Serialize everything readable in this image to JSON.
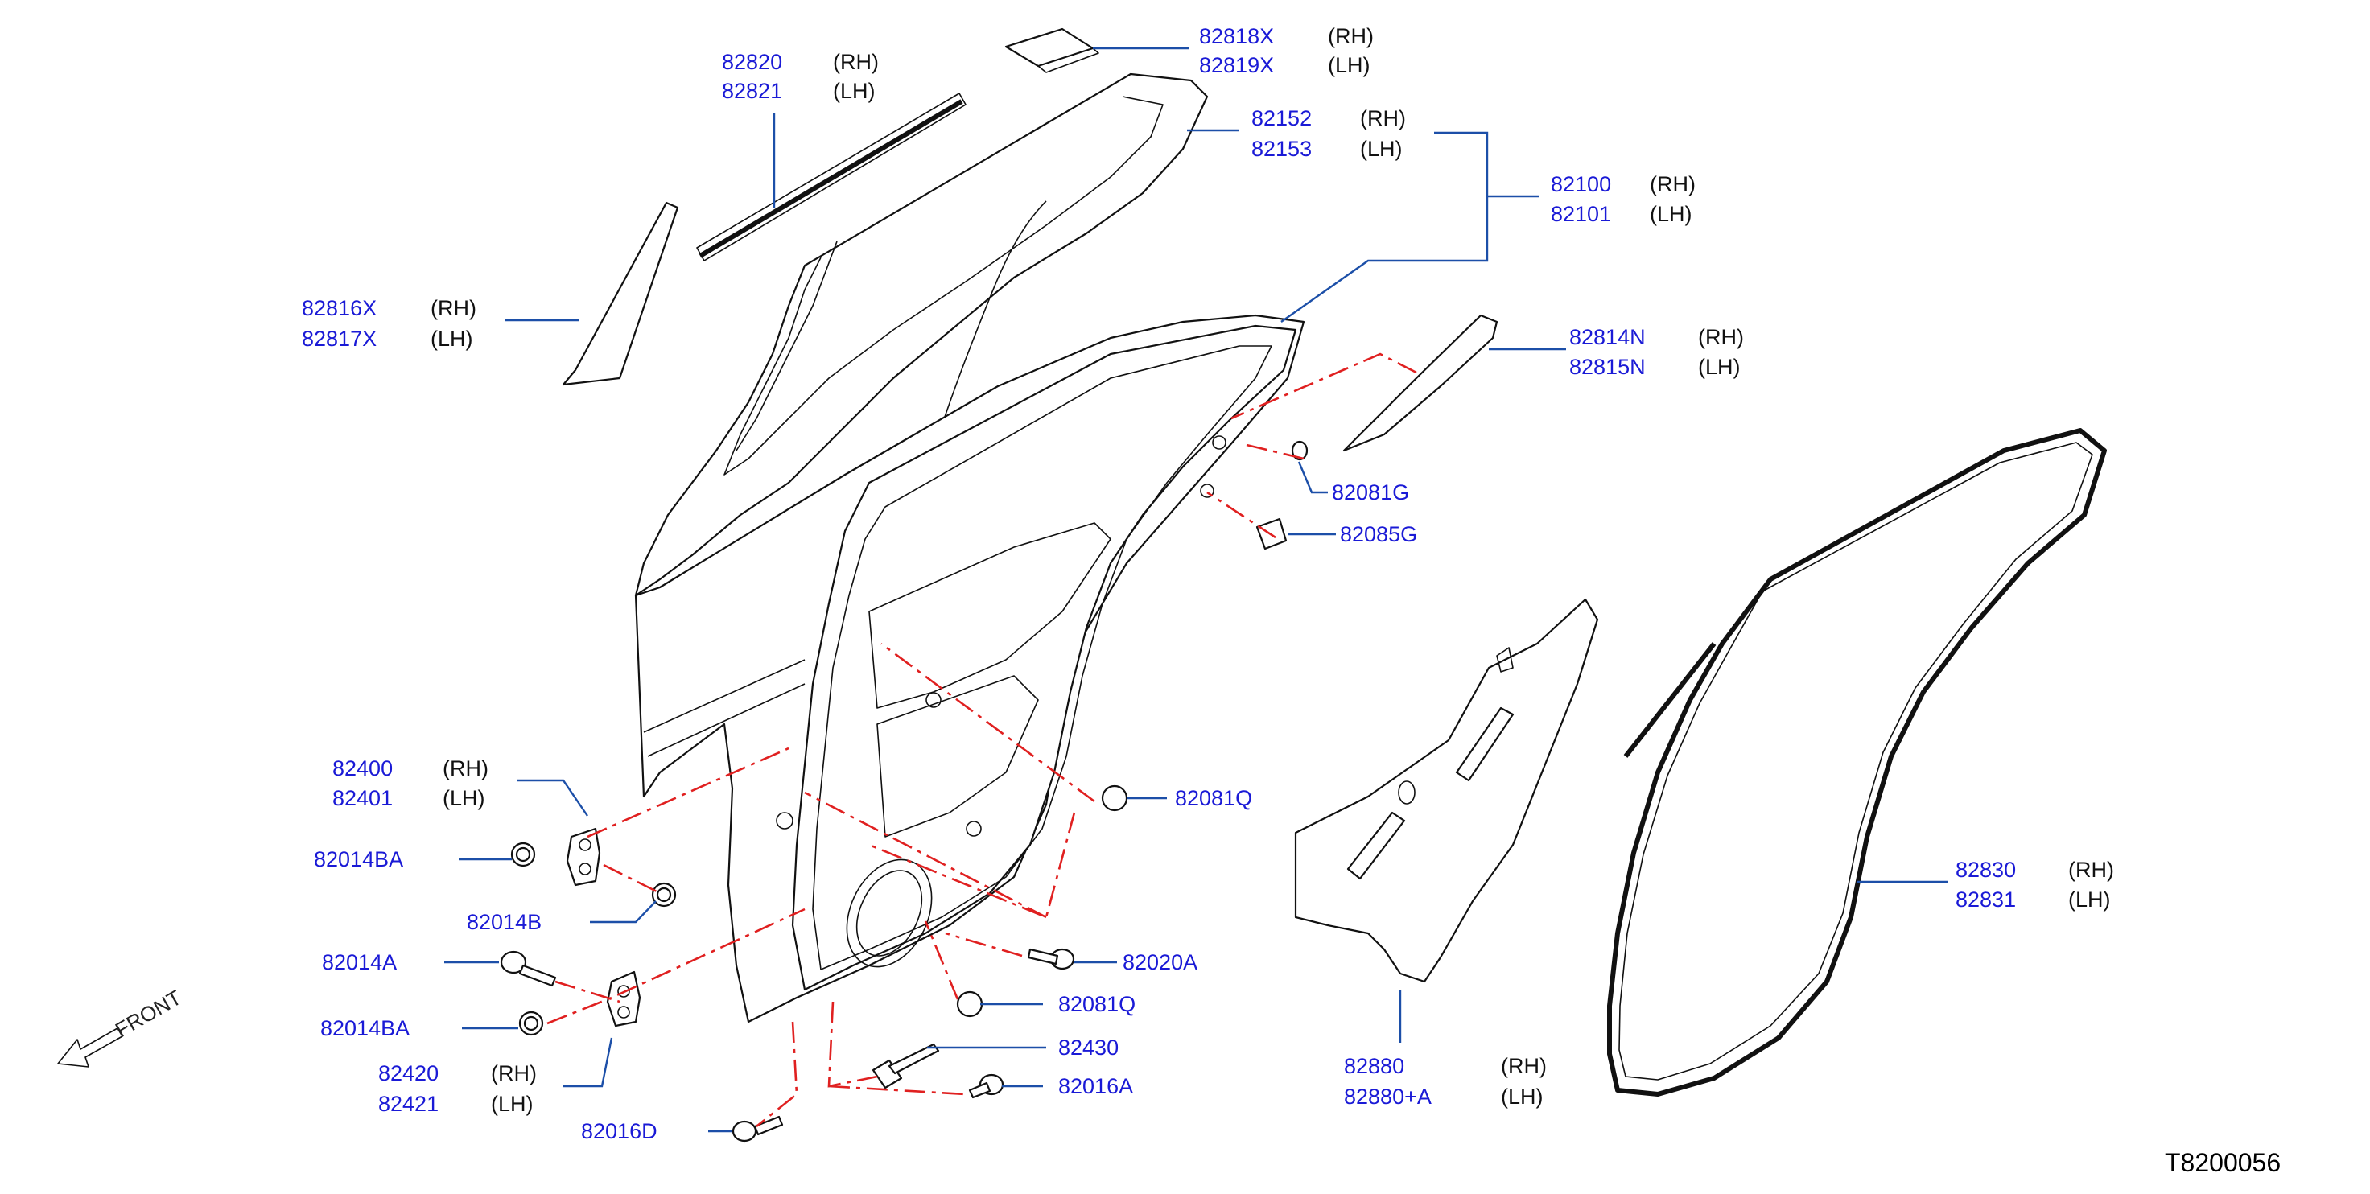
{
  "reference_code": "T8200056",
  "front_label": "FRONT",
  "callouts": [
    {
      "id": "c-82818X",
      "lines": [
        {
          "pn": "82818X",
          "side": "(RH)"
        },
        {
          "pn": "82819X",
          "side": "(LH)"
        }
      ]
    },
    {
      "id": "c-82820",
      "lines": [
        {
          "pn": "82820",
          "side": "(RH)"
        },
        {
          "pn": "82821",
          "side": "(LH)"
        }
      ]
    },
    {
      "id": "c-82152",
      "lines": [
        {
          "pn": "82152",
          "side": "(RH)"
        },
        {
          "pn": "82153",
          "side": "(LH)"
        }
      ]
    },
    {
      "id": "c-82100",
      "lines": [
        {
          "pn": "82100",
          "side": "(RH)"
        },
        {
          "pn": "82101",
          "side": "(LH)"
        }
      ]
    },
    {
      "id": "c-82816X",
      "lines": [
        {
          "pn": "82816X",
          "side": "(RH)"
        },
        {
          "pn": "82817X",
          "side": "(LH)"
        }
      ]
    },
    {
      "id": "c-82814N",
      "lines": [
        {
          "pn": "82814N",
          "side": "(RH)"
        },
        {
          "pn": "82815N",
          "side": "(LH)"
        }
      ]
    },
    {
      "id": "c-82081G",
      "lines": [
        {
          "pn": "82081G",
          "side": ""
        }
      ]
    },
    {
      "id": "c-82085G",
      "lines": [
        {
          "pn": "82085G",
          "side": ""
        }
      ]
    },
    {
      "id": "c-82400",
      "lines": [
        {
          "pn": "82400",
          "side": "(RH)"
        },
        {
          "pn": "82401",
          "side": "(LH)"
        }
      ]
    },
    {
      "id": "c-82081Q-a",
      "lines": [
        {
          "pn": "82081Q",
          "side": ""
        }
      ]
    },
    {
      "id": "c-82014BA-a",
      "lines": [
        {
          "pn": "82014BA",
          "side": ""
        }
      ]
    },
    {
      "id": "c-82830",
      "lines": [
        {
          "pn": "82830",
          "side": "(RH)"
        },
        {
          "pn": "82831",
          "side": "(LH)"
        }
      ]
    },
    {
      "id": "c-82014B",
      "lines": [
        {
          "pn": "82014B",
          "side": ""
        }
      ]
    },
    {
      "id": "c-82014A",
      "lines": [
        {
          "pn": "82014A",
          "side": ""
        }
      ]
    },
    {
      "id": "c-82020A",
      "lines": [
        {
          "pn": "82020A",
          "side": ""
        }
      ]
    },
    {
      "id": "c-82081Q-b",
      "lines": [
        {
          "pn": "82081Q",
          "side": ""
        }
      ]
    },
    {
      "id": "c-82014BA-b",
      "lines": [
        {
          "pn": "82014BA",
          "side": ""
        }
      ]
    },
    {
      "id": "c-82430",
      "lines": [
        {
          "pn": "82430",
          "side": ""
        }
      ]
    },
    {
      "id": "c-82420",
      "lines": [
        {
          "pn": "82420",
          "side": "(RH)"
        },
        {
          "pn": "82421",
          "side": "(LH)"
        }
      ]
    },
    {
      "id": "c-82016A",
      "lines": [
        {
          "pn": "82016A",
          "side": ""
        }
      ]
    },
    {
      "id": "c-82880",
      "lines": [
        {
          "pn": "82880",
          "side": "(RH)"
        },
        {
          "pn": "82880+A",
          "side": "(LH)"
        }
      ]
    },
    {
      "id": "c-82016D",
      "lines": [
        {
          "pn": "82016D",
          "side": ""
        }
      ]
    }
  ]
}
